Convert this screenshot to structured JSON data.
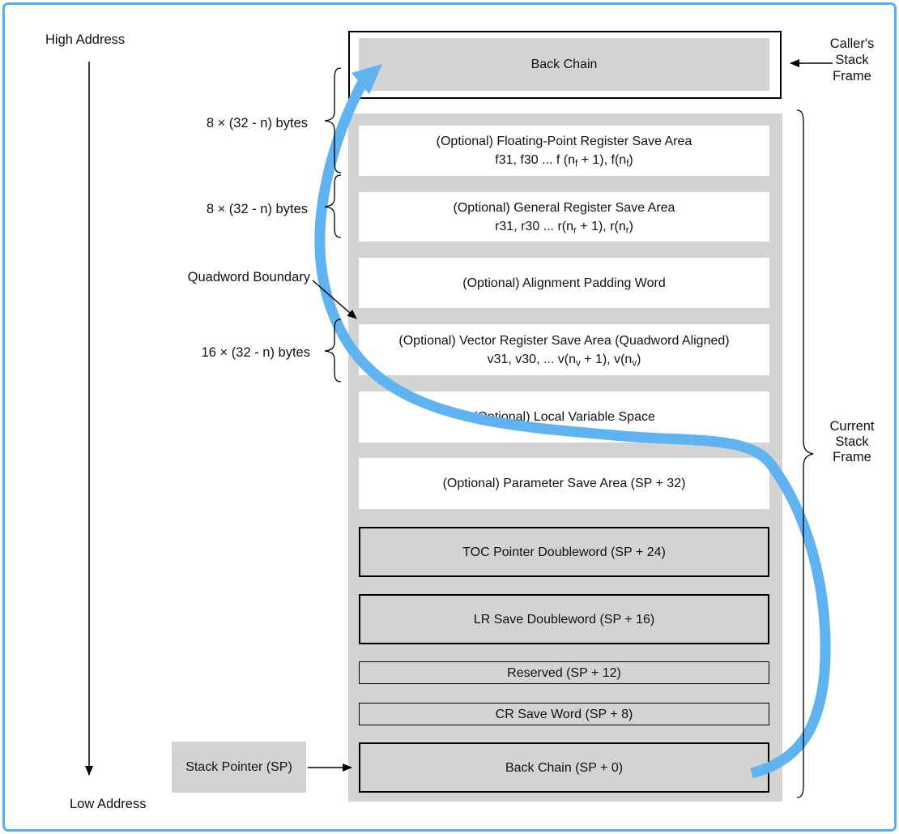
{
  "colors": {
    "flow_arrow_blue": "#5fb3f0",
    "frame_border_blue": "#54aef0",
    "box_gray": "#d3d3d3",
    "box_white": "#ffffff",
    "line_black": "#000000"
  },
  "side_labels": {
    "high_address": "High Address",
    "low_address": "Low Address",
    "fp_size": "8 × (32 - n) bytes",
    "gr_size": "8 × (32 - n) bytes",
    "quadword_boundary": "Quadword Boundary",
    "vector_size": "16 × (32 - n) bytes",
    "stack_pointer": "Stack Pointer (SP)",
    "callers_frame": "Caller's\nStack\nFrame",
    "current_frame": "Current\nStack\nFrame"
  },
  "caller_frame_box": {
    "label": "Back Chain"
  },
  "stack_rows": [
    {
      "line1": "(Optional) Floating-Point Register Save Area",
      "formula": {
        "pre": "f31, f30 ... f (n",
        "sub_a": "f",
        "mid": " + 1), f(n",
        "sub_b": "f",
        "post": ")"
      }
    },
    {
      "line1": "(Optional) General Register Save Area",
      "formula": {
        "pre": "r31, r30 ... r(n",
        "sub_a": "r",
        "mid": " + 1), r(n",
        "sub_b": "r",
        "post": ")"
      }
    },
    {
      "line1": "(Optional) Alignment Padding Word"
    },
    {
      "line1": "(Optional) Vector Register Save Area (Quadword Aligned)",
      "formula": {
        "pre": "v31, v30, ... v(n",
        "sub_a": "v",
        "mid": " + 1), v(n",
        "sub_b": "v",
        "post": ")"
      }
    },
    {
      "line1": "(Optional) Local Variable Space"
    },
    {
      "line1": "(Optional) Parameter Save Area (SP + 32)"
    },
    {
      "line1": "TOC Pointer Doubleword (SP + 24)"
    },
    {
      "line1": "LR Save Doubleword (SP + 16)"
    },
    {
      "line1": "Reserved (SP + 12)"
    },
    {
      "line1": "CR Save Word (SP + 8)"
    },
    {
      "line1": "Back Chain (SP + 0)"
    }
  ]
}
